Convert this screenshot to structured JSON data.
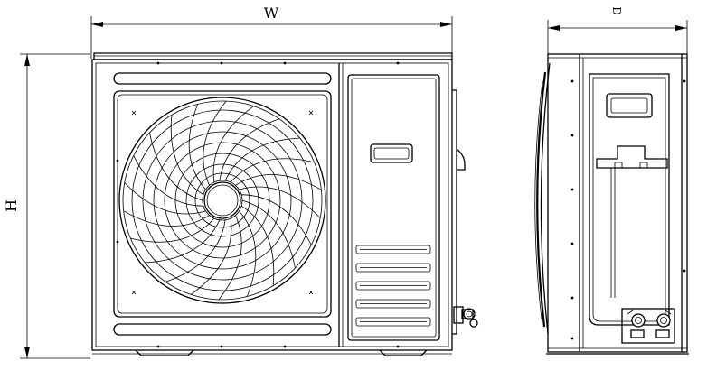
{
  "dimensions": {
    "width_label": "W",
    "height_label": "H",
    "depth_label": "D"
  }
}
